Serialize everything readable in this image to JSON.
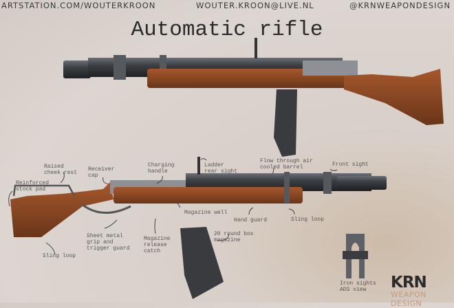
{
  "header": {
    "website": "ARTSTATION.COM/WOUTERKROON",
    "email": "WOUTER.KROON@LIVE.NL",
    "social": "@KRNWEAPONDESIGN"
  },
  "title": "Automatic rifle",
  "callouts": {
    "raised_cheek_rest": "Raised\ncheek rest",
    "reinforced_stock_pad": "Reinforced\nstock pad",
    "receiver_cap": "Receiver\ncap",
    "charging_handle": "Charging\nhandle",
    "ladder_rear_sight": "Ladder\nrear sight",
    "barrel": "Flow through air\ncooled barrel",
    "front_sight": "Front sight",
    "magazine_well": "Magazine well",
    "hand_guard": "Hand guard",
    "sling_loop_front": "Sling loop",
    "grip_trigger_guard": "Sheet metal\ngrip and\ntrigger guard",
    "magazine_release": "Magazine\nrelease\ncatch",
    "sling_loop_rear": "Sling loop",
    "box_magazine": "20 round box\nmagazine",
    "iron_sights": "Iron sights\nADS view"
  },
  "logo": {
    "mark": "KRN",
    "tagline": "WEAPON DESIGN"
  },
  "colors": {
    "wood": "#8a4a26",
    "metal": "#3c3f44",
    "background": "#dcd5d0",
    "logo_accent": "#c49b7f"
  }
}
